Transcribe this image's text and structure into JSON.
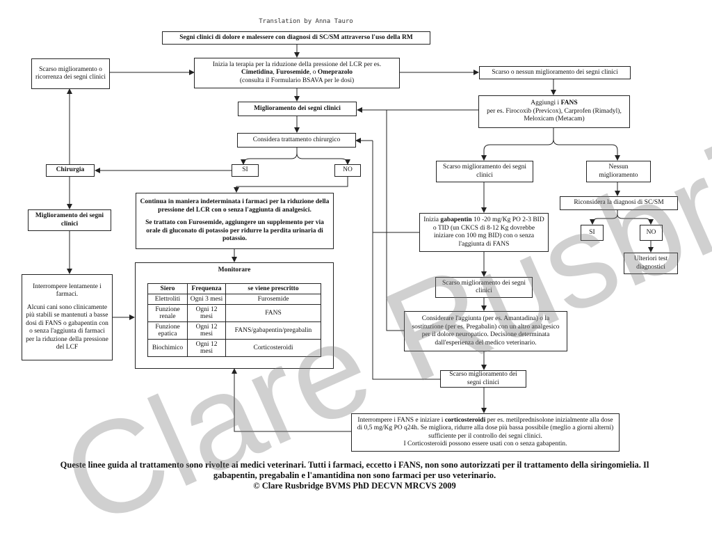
{
  "translation": "Translation by Anna Tauro",
  "title": "Segni clinici di dolore e malessere con diagnosi di SC/SM attraverso l'uso della RM",
  "start_box": {
    "line1": "Inizia la terapia per la riduzione della pressione del LCR per es.",
    "drug1": "Cimetidina",
    "sep1": ", ",
    "drug2": "Furosemide",
    "sep2": ", o ",
    "drug3": "Omeprazolo",
    "line3": "(consulta il Formulario BSAVA per le dosi)"
  },
  "left_top": "Scarso miglioramento o ricorrenza dei segni clinici",
  "right_top": "Scarso o nessun miglioramento dei segni clinici",
  "improve": "Miglioramento dei segni clinici",
  "surgery_consider": "Considera trattamento chirurgico",
  "si": "SI",
  "no": "NO",
  "chirurgia": "Chirurgia",
  "left_improve": "Miglioramento dei segni clinici",
  "continue_box": {
    "p1": "Continua in maniera indeterminata i farmaci per la riduzione della pressione del LCR con o senza l'aggiunta di analgesici.",
    "p2": "Se trattato con Furosemide, aggiungere un supplemento per via orale di gluconato di potassio per ridurre la perdita urinaria di potassio."
  },
  "interrupt_box": {
    "p1": "Interrompere lentamente i farmaci.",
    "p2": "Alcuni cani sono clinicamente più stabili se mantenuti a basse dosi di FANS o gabapentin con o senza l'aggiunta di farmaci per la riduzione della pressione del LCF"
  },
  "monitor": {
    "title": "Monitorare",
    "headers": [
      "Siero",
      "Frequenza",
      "se viene prescritto"
    ],
    "rows": [
      [
        "Elettroliti",
        "Ogni 3 mesi",
        "Furosemide"
      ],
      [
        "Funzione renale",
        "Ogni 12 mesi",
        "FANS"
      ],
      [
        "Funzione epatica",
        "Ogni 12 mesi",
        "FANS/gabapentin/pregabalin"
      ],
      [
        "Biochimico",
        "Ogni 12 mesi",
        "Corticosteroidi"
      ]
    ]
  },
  "fans_box": {
    "pre": "Aggiungi i ",
    "bold": "FANS",
    "l2": "per es. Firocoxib (Previcox), Carprofen (Rimadyl), Meloxicam (Metacam)"
  },
  "poor1": "Scarso miglioramento dei segni clinici",
  "none": "Nessun miglioramento",
  "reconsider": "Riconsidera la diagnosi di SC/SM",
  "si2": "SI",
  "no2": "NO",
  "further_tests": "Ulteriori test diagnostici",
  "gaba_box": {
    "pre": "Inizia ",
    "bold": "gabapentin",
    "rest": " 10 -20 mg/Kg PO 2-3 BID o TID (un CKCS di 8-12 Kg dovrebbe iniziare con 100 mg BID) con o senza l'aggiunta di FANS"
  },
  "poor2": "Scarso miglioramento dei segni clinici",
  "consider_add": "Considerare l'aggiunta (per es. Amantadina) o la sostituzione (per es. Pregabalin) con un altro analgesico per il dolore neuropatico. Decisione determinata dall'esperienza del medico veterinario.",
  "poor3": "Scarso miglioramento dei segni clinici",
  "cortico_box": {
    "pre": "Interrompere i FANS e iniziare i ",
    "bold": "corticosteroidi",
    "rest": " per es. metilprednisolone inizialmente alla dose di 0,5 mg/Kg PO q24h. Se migliora, ridurre alla dose più bassa possibile (meglio a giorni alterni) sufficiente per il controllo dei segni clinici.",
    "last": "I Corticosteroidi possono essere usati con o senza gabapentin."
  },
  "footer": {
    "l1": "Queste linee guida al trattamento sono rivolte ai medici veterinari. Tutti i farmaci, eccetto i FANS, non sono autorizzati per il trattamento della siringomielia. Il gabapentin, pregabalin e l'amantidina non sono farmaci per uso veterinario.",
    "l2": "© Clare Rusbridge BVMS PhD DECVN MRCVS 2009"
  },
  "watermark": "Clare Rusbridge"
}
